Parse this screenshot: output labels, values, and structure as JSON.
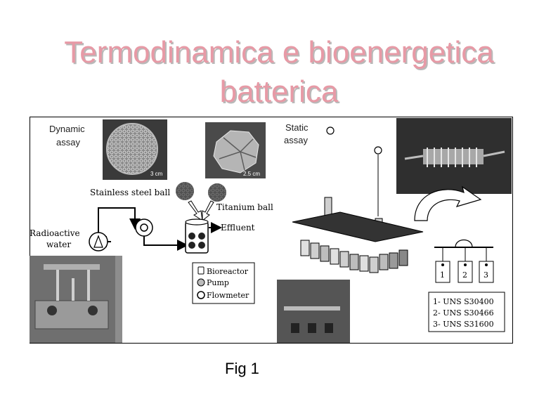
{
  "slide": {
    "title_line1": "Termodinamica e bioenergetica",
    "title_line2": "batterica",
    "caption": "Fig 1"
  },
  "figure": {
    "dynamic": {
      "heading_line1": "Dynamic",
      "heading_line2": "assay",
      "scale_a": "3 cm",
      "scale_b": "2.5 cm",
      "stainless_label": "Stainless steel ball",
      "titanium_label": "Titanium ball",
      "effluent_label": "Effluent",
      "radioactive_line1": "Radioactive",
      "radioactive_line2": "water",
      "legend": [
        "Bioreactor",
        "Pump",
        "Flowmeter"
      ]
    },
    "static": {
      "heading_line1": "Static",
      "heading_line2": "assay",
      "coupons": [
        "1",
        "2",
        "3"
      ],
      "legend": [
        "1- UNS S30400",
        "2- UNS S30466",
        "3- UNS S31600"
      ]
    }
  },
  "colors": {
    "title": "#e79aa6",
    "title_shadow": "#b9b9b9"
  }
}
